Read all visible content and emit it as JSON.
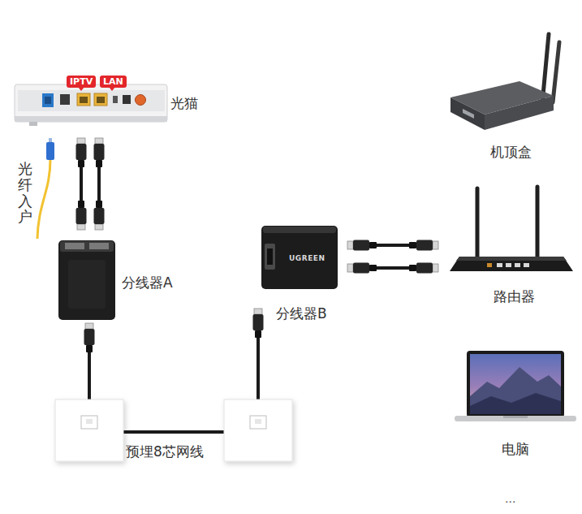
{
  "diagram": {
    "nodes": [
      {
        "text": [
          "光猫"
        ]
      },
      {
        "text": [
          "分线器A"
        ]
      },
      {
        "text": [
          "分线器B"
        ]
      },
      {
        "text": [
          "机顶盒"
        ]
      },
      {
        "text": [
          "路由器"
        ]
      },
      {
        "text": [
          "电脑"
        ]
      }
    ],
    "edges": [
      {
        "from": 0,
        "to": 1,
        "arrow": "none"
      },
      {
        "from": 0,
        "to": 1,
        "arrow": "none"
      },
      {
        "from": 1,
        "to": 2,
        "label": "预埋8芯网线",
        "arrow": "none"
      }
    ],
    "labels": [
      "IPTV",
      "LAN",
      "光纤入户",
      "UGREEN",
      "..."
    ]
  }
}
